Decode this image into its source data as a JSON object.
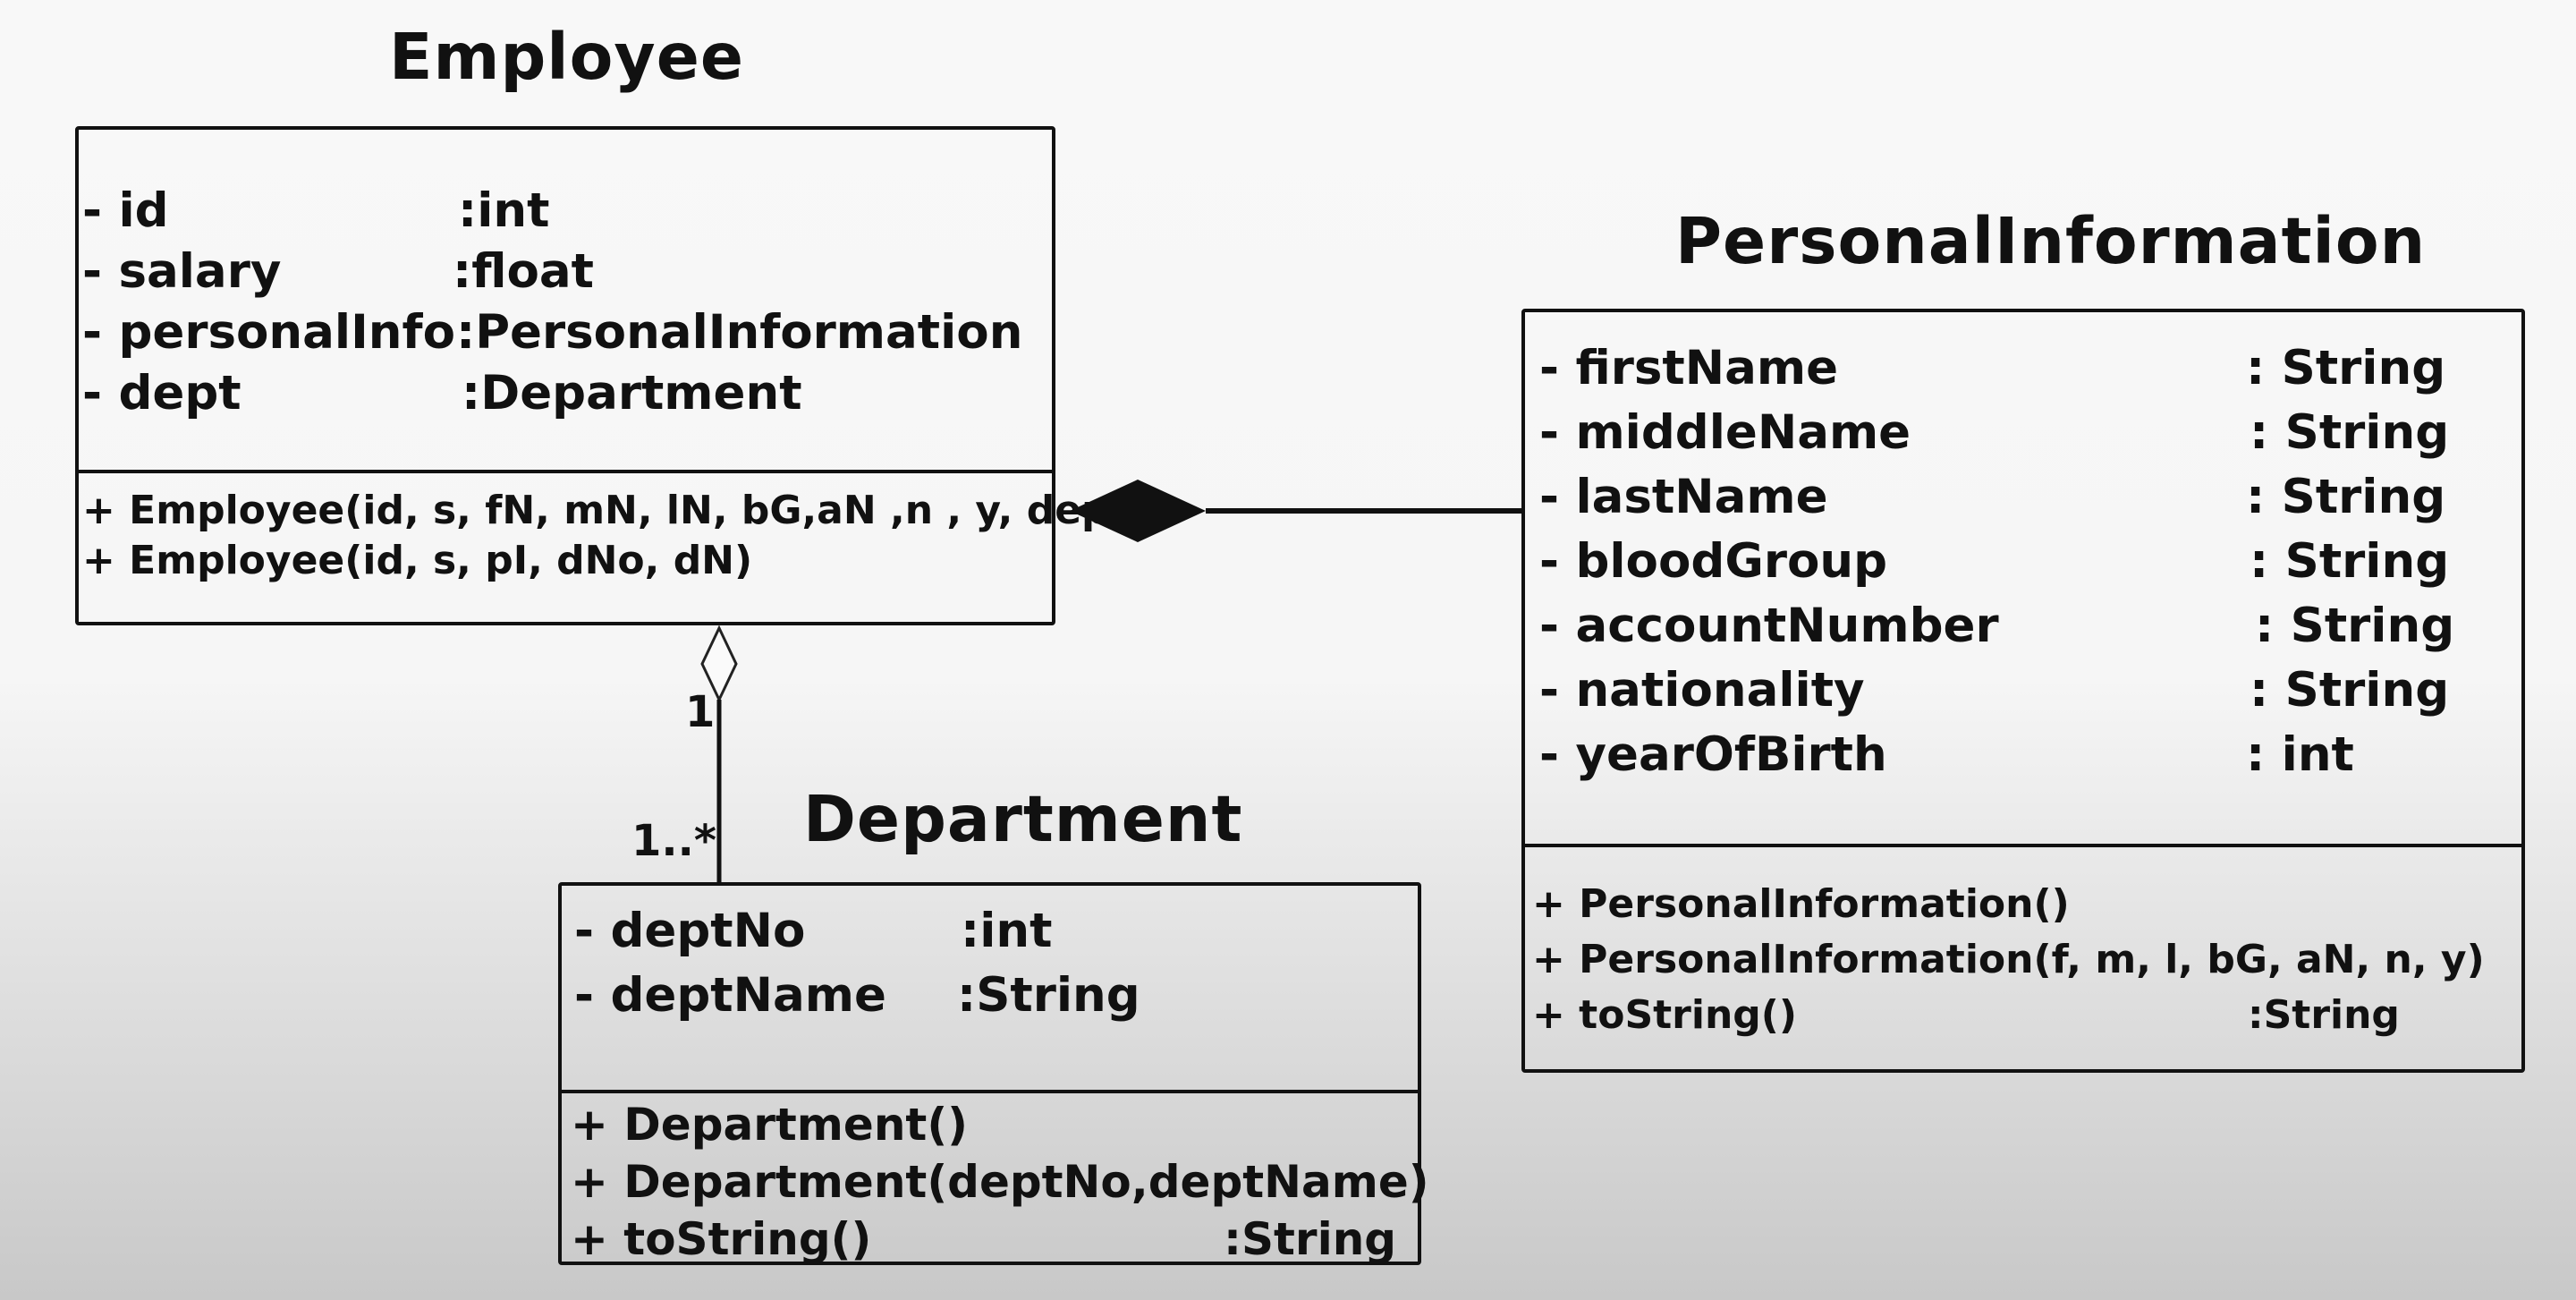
{
  "employee": {
    "title": "Employee",
    "attributes": [
      {
        "name": "- id",
        "type": ":int"
      },
      {
        "name": "- salary",
        "type": ":float"
      },
      {
        "name": "- personalInfo",
        "type": ":PersonalInformation"
      },
      {
        "name": "- dept",
        "type": ":Department"
      }
    ],
    "methods": [
      "+ Employee(id, s, fN, mN, lN, bG,aN ,n , y, dept)",
      "+ Employee(id, s, pI, dNo, dN)"
    ]
  },
  "personal_information": {
    "title": "PersonalInformation",
    "attributes": [
      {
        "name": "- firstName",
        "type": ": String"
      },
      {
        "name": "- middleName",
        "type": ": String"
      },
      {
        "name": "- lastName",
        "type": ": String"
      },
      {
        "name": "- bloodGroup",
        "type": ": String"
      },
      {
        "name": "- accountNumber",
        "type": ": String"
      },
      {
        "name": "- nationality",
        "type": ": String"
      },
      {
        "name": "- yearOfBirth",
        "type": ": int"
      }
    ],
    "methods": [
      {
        "name": "+ PersonalInformation()",
        "type": ""
      },
      {
        "name": "+ PersonalInformation(f, m, l, bG, aN, n, y)",
        "type": ""
      },
      {
        "name": "+ toString()",
        "type": ":String"
      }
    ]
  },
  "department": {
    "title": "Department",
    "attributes": [
      {
        "name": "- deptNo",
        "type": ":int"
      },
      {
        "name": "- deptName",
        "type": ":String"
      }
    ],
    "methods": [
      {
        "name": "+ Department()",
        "type": ""
      },
      {
        "name": "+ Department(deptNo,deptName)",
        "type": ""
      },
      {
        "name": "+ toString()",
        "type": ":String"
      }
    ]
  },
  "relationships": {
    "composition": {
      "from": "PersonalInformation",
      "to": "Employee",
      "kind": "composition"
    },
    "aggregation": {
      "from": "Department",
      "to": "Employee",
      "kind": "aggregation",
      "multiplicity_whole": "1",
      "multiplicity_part": "1..*"
    }
  }
}
